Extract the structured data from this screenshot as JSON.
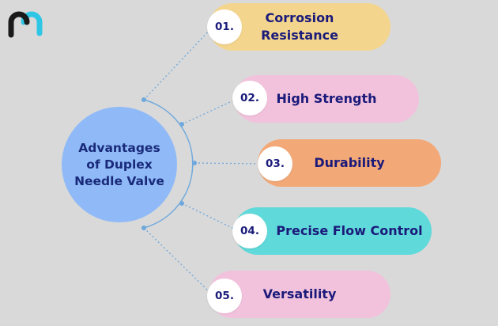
{
  "center": {
    "label": "Advantages\nof Duplex\nNeedle Valve",
    "color": "#8fbaf7"
  },
  "items": [
    {
      "number": "01.",
      "label": "Corrosion\nResistance",
      "color": "#f4d58d"
    },
    {
      "number": "02.",
      "label": "High Strength",
      "color": "#f2c1dc"
    },
    {
      "number": "03.",
      "label": "Durability",
      "color": "#f3a877"
    },
    {
      "number": "04.",
      "label": "Precise Flow Control",
      "color": "#5fd9d9"
    },
    {
      "number": "05.",
      "label": "Versatility",
      "color": "#f2c1dc"
    }
  ],
  "colors": {
    "background": "#d9d9d9",
    "connector": "#6fa8dc",
    "logo_cyan": "#2fc6e6",
    "logo_dark": "#1a1a1a"
  }
}
